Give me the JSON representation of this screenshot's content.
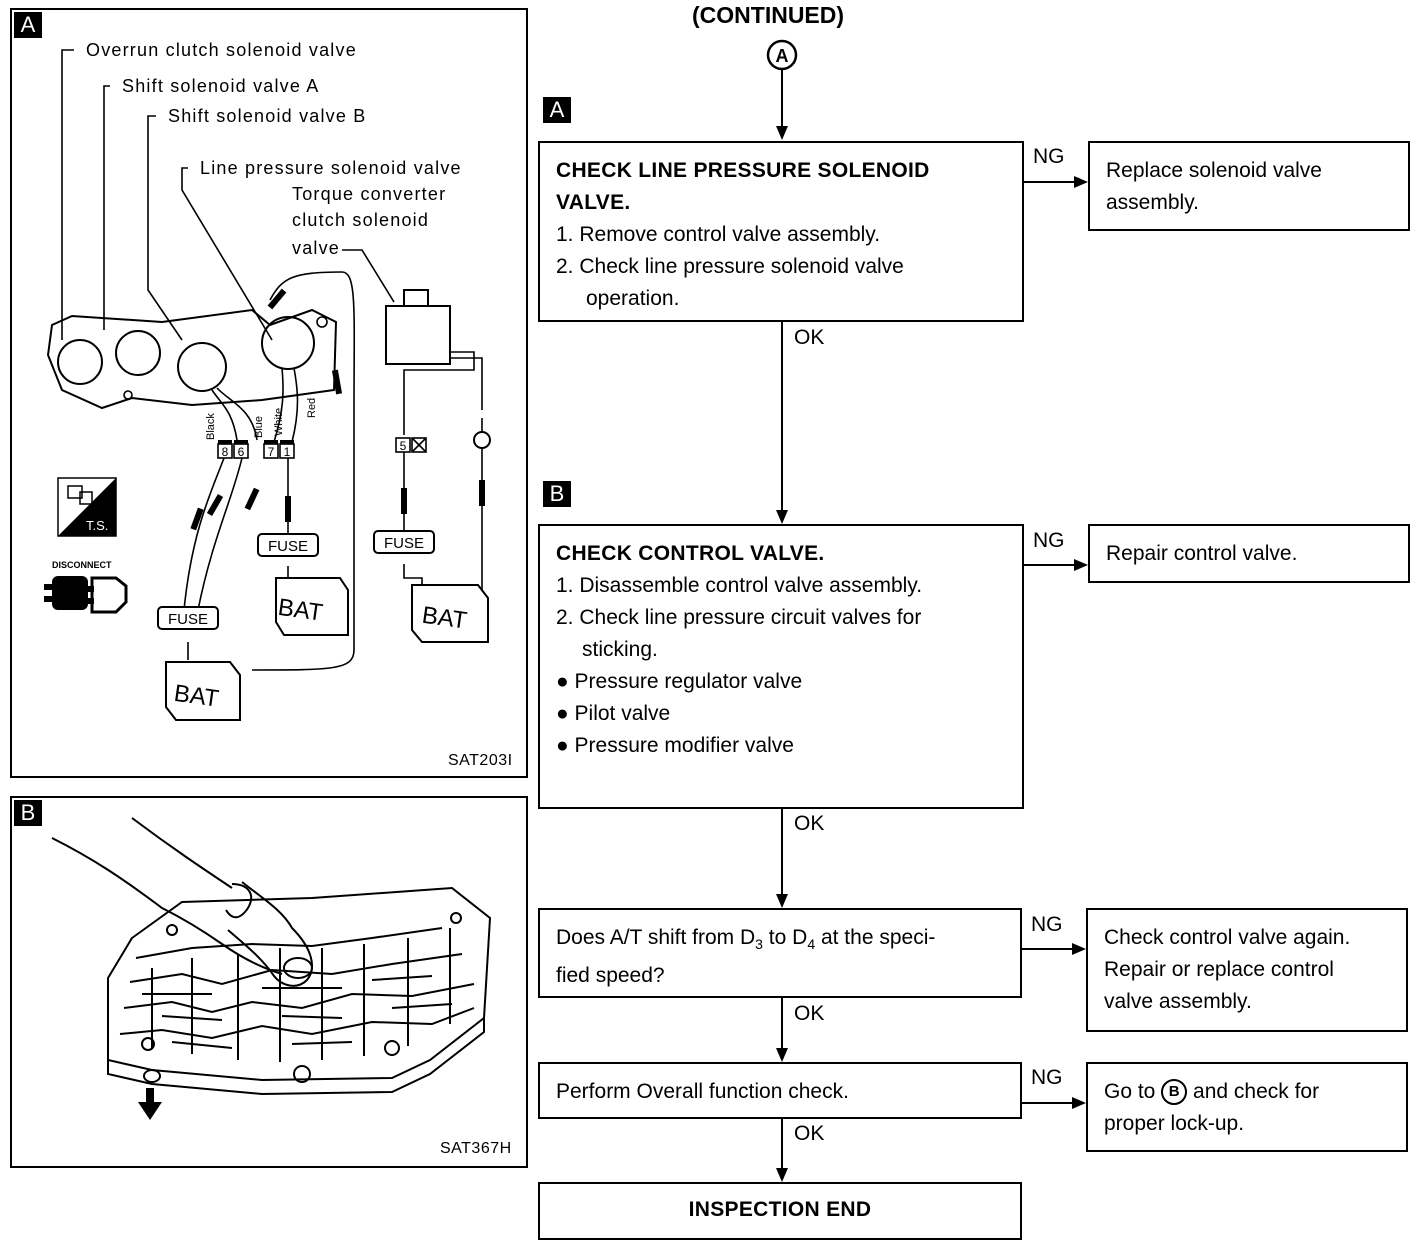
{
  "header": {
    "continued": "(CONTINUED)",
    "connector_a": "A"
  },
  "tags": {
    "a": "A",
    "b": "B"
  },
  "figure_a": {
    "labels": {
      "overrun": "Overrun clutch solenoid valve",
      "shift_a": "Shift solenoid valve A",
      "shift_b": "Shift solenoid valve B",
      "line_pressure": "Line pressure solenoid valve",
      "tcc_1": "Torque converter",
      "tcc_2": "clutch solenoid",
      "tcc_3": "valve"
    },
    "wires": [
      "Black",
      "Blue",
      "White",
      "Red"
    ],
    "terminals": [
      "8",
      "6",
      "7",
      "1",
      "5"
    ],
    "fuse": "FUSE",
    "bat": "BAT",
    "ts": "T.S.",
    "disconnect": "DISCONNECT",
    "code": "SAT203I"
  },
  "figure_b": {
    "code": "SAT367H"
  },
  "flow": {
    "step1": {
      "title_line1": "CHECK LINE PRESSURE SOLENOID",
      "title_line2": "VALVE.",
      "item1": "1.  Remove control valve assembly.",
      "item2": "2.  Check line pressure solenoid valve",
      "item2b": "operation."
    },
    "step1_ng": "Replace solenoid valve assembly.",
    "step2": {
      "title": "CHECK CONTROL VALVE.",
      "item1": "1. Disassemble control valve assembly.",
      "item2": "2. Check line pressure circuit valves for",
      "item2b": "sticking.",
      "bullet1": "Pressure regulator valve",
      "bullet2": "Pilot valve",
      "bullet3": "Pressure modifier valve"
    },
    "step2_ng": "Repair control valve.",
    "step3": {
      "q_pre": "Does A/T shift from D",
      "q_sub1": "3",
      "q_mid": " to D",
      "q_sub2": "4",
      "q_post": " at the speci-",
      "q_line2": "fied speed?"
    },
    "step3_ng": {
      "line1": "Check control valve again.",
      "line2": "Repair or replace control",
      "line3": "valve assembly."
    },
    "step4": "Perform Overall function check.",
    "step4_ng": {
      "pre": "Go to ",
      "connector": "B",
      "post": " and check for",
      "line2": "proper lock-up."
    },
    "end": "INSPECTION END",
    "ok": "OK",
    "ng": "NG"
  }
}
